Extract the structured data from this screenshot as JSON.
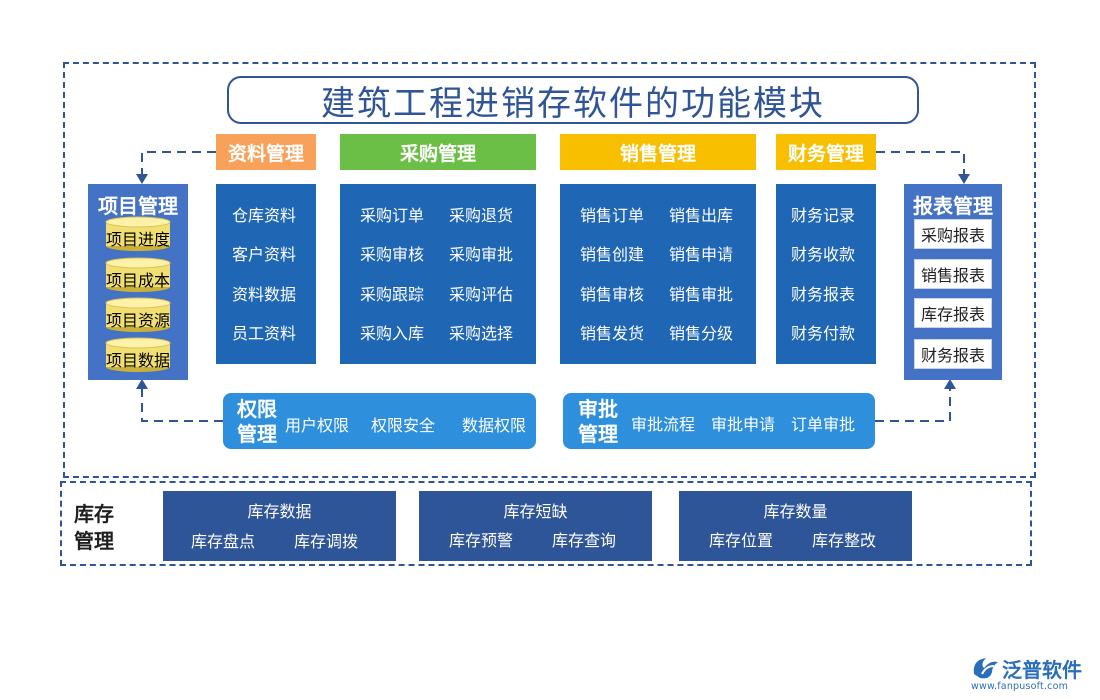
{
  "title": "建筑工程进销存软件的功能模块",
  "headers": {
    "ziliao": "资料管理",
    "caigou": "采购管理",
    "xiaoshou": "销售管理",
    "caiwu": "财务管理"
  },
  "ziliao_items": [
    "仓库资料",
    "客户资料",
    "资料数据",
    "员工资料"
  ],
  "caigou_items": [
    "采购订单",
    "采购退货",
    "采购审核",
    "采购审批",
    "采购跟踪",
    "采购评估",
    "采购入库",
    "采购选择"
  ],
  "xiaoshou_items": [
    "销售订单",
    "销售出库",
    "销售创建",
    "销售申请",
    "销售审核",
    "销售审批",
    "销售发货",
    "销售分级"
  ],
  "caiwu_items": [
    "财务记录",
    "财务收款",
    "财务报表",
    "财务付款"
  ],
  "project": {
    "title": "项目管理",
    "items": [
      "项目进度",
      "项目成本",
      "项目资源",
      "项目数据"
    ]
  },
  "report": {
    "title": "报表管理",
    "items": [
      "采购报表",
      "销售报表",
      "库存报表",
      "财务报表"
    ]
  },
  "quanxian": {
    "title1": "权限",
    "title2": "管理",
    "items": [
      "用户权限",
      "权限安全",
      "数据权限"
    ]
  },
  "shenpi": {
    "title1": "审批",
    "title2": "管理",
    "items": [
      "审批流程",
      "审批申请",
      "订单审批"
    ]
  },
  "inventory": {
    "label1": "库存",
    "label2": "管理",
    "boxes": [
      {
        "title": "库存数据",
        "items": [
          "库存盘点",
          "库存调拨"
        ]
      },
      {
        "title": "库存短缺",
        "items": [
          "库存预警",
          "库存查询"
        ]
      },
      {
        "title": "库存数量",
        "items": [
          "库存位置",
          "库存整改"
        ]
      }
    ]
  },
  "logo": {
    "name": "泛普软件",
    "url": "www.fanpusoft.com"
  },
  "colors": {
    "ziliao": "#f7a15a",
    "caigou": "#6cbf46",
    "xiaoshou": "#f8bf00",
    "caiwu": "#f8bf00",
    "column": "#1f66b5",
    "side": "#4472c4",
    "pill": "#2e8fdc",
    "inventory": "#2e5597"
  }
}
